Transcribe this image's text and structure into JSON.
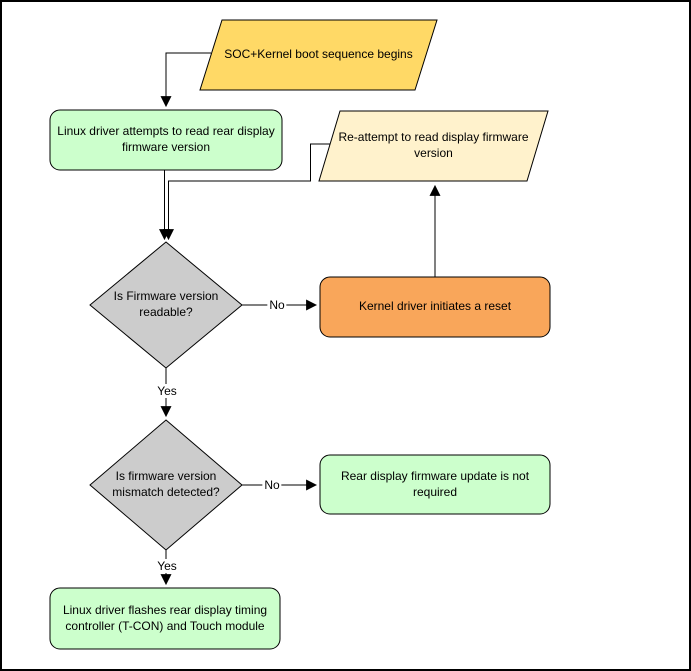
{
  "diagram": {
    "nodes": {
      "start": {
        "shape": "parallelogram",
        "label": "SOC+Kernel boot sequence begins",
        "fill": "#FFD966",
        "stroke": "#000000"
      },
      "read_firmware": {
        "shape": "rounded-rect",
        "label": "Linux driver attempts to read rear display\nfirmware version",
        "fill": "#CCFFCC",
        "stroke": "#000000"
      },
      "reattempt": {
        "shape": "parallelogram",
        "label": "Re-attempt to read display firmware\nversion",
        "fill": "#FFF2CC",
        "stroke": "#000000"
      },
      "readable_check": {
        "shape": "diamond",
        "label": "Is Firmware version\nreadable?",
        "fill": "#CCCCCC",
        "stroke": "#000000"
      },
      "kernel_reset": {
        "shape": "rounded-rect",
        "label": "Kernel driver initiates a reset",
        "fill": "#F9A65A",
        "stroke": "#000000"
      },
      "mismatch_check": {
        "shape": "diamond",
        "label": "Is firmware version\nmismatch detected?",
        "fill": "#CCCCCC",
        "stroke": "#000000"
      },
      "update_not_required": {
        "shape": "rounded-rect",
        "label": "Rear display firmware update is not\nrequired",
        "fill": "#CCFFCC",
        "stroke": "#000000"
      },
      "flash_tcon": {
        "shape": "rounded-rect",
        "label": "Linux driver flashes rear display timing\ncontroller (T-CON) and Touch module",
        "fill": "#CCFFCC",
        "stroke": "#000000"
      }
    },
    "edge_labels": {
      "readable_no": "No",
      "readable_yes": "Yes",
      "mismatch_no": "No",
      "mismatch_yes": "Yes"
    },
    "colors": {
      "line": "#000000",
      "canvas_background": "#FFFFFF",
      "canvas_border": "#000000"
    }
  }
}
